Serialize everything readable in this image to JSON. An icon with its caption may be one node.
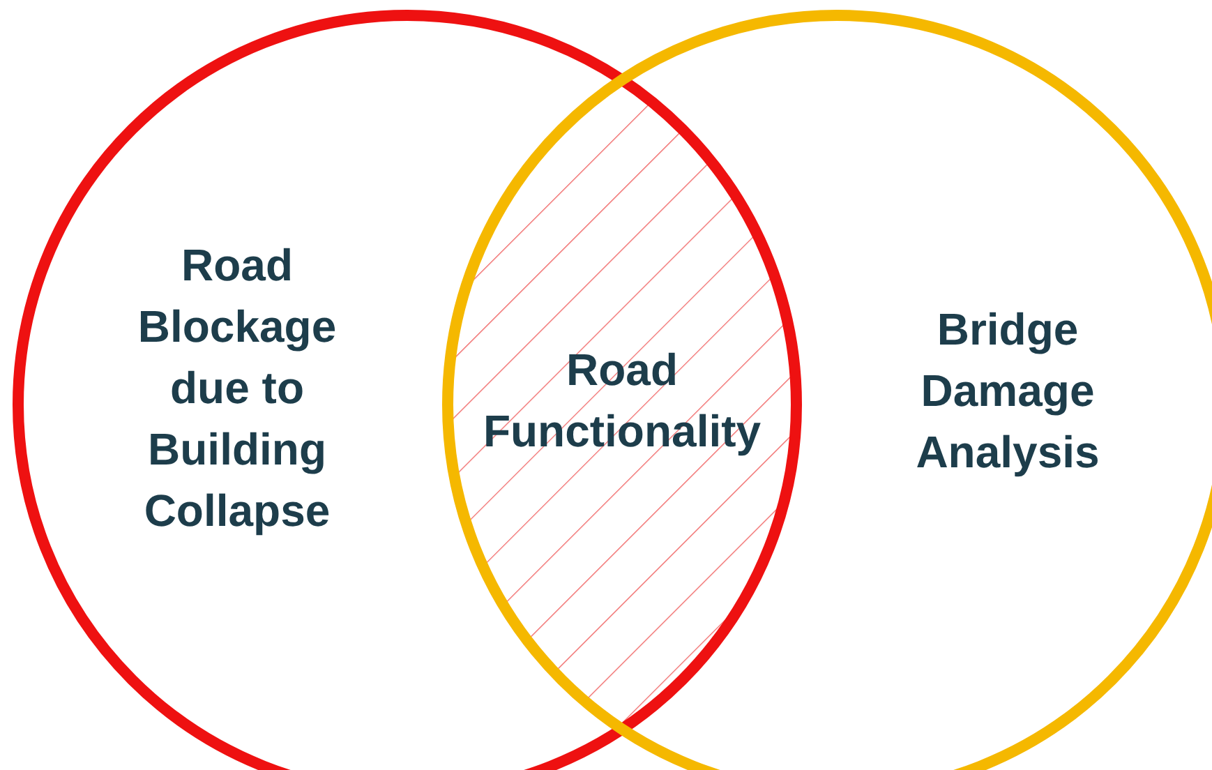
{
  "diagram": {
    "nodes": [
      {
        "text": [
          "Road Blockage due to Building Collapse"
        ]
      },
      {
        "text": [
          "Bridge Damage Analysis"
        ]
      },
      {
        "text": [
          "Road Functionality"
        ]
      }
    ]
  }
}
